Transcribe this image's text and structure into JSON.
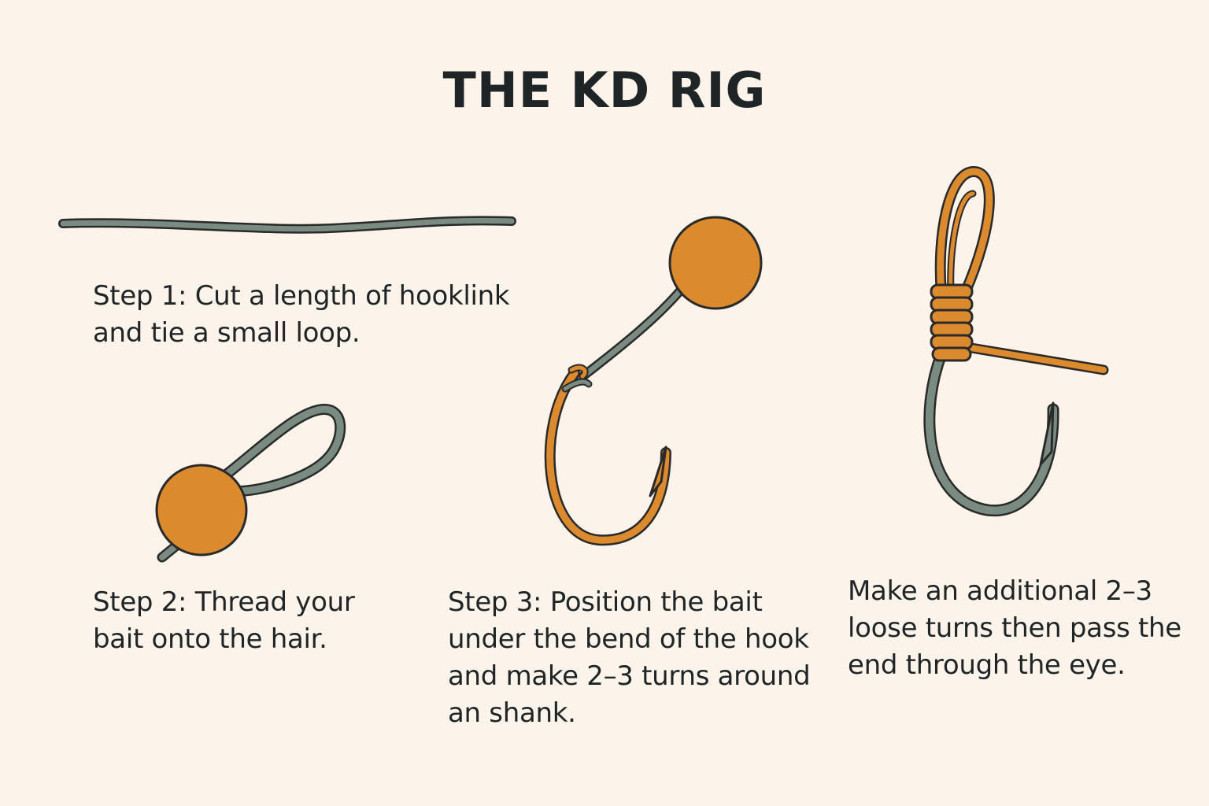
{
  "title": "THE KD RIG",
  "colors": {
    "background": "#fcf4eb",
    "hooklink": "#7a8c82",
    "bait_and_hook": "#dc8a2e",
    "outline": "#2a2a2a",
    "text": "#1f2426"
  },
  "steps": [
    {
      "caption": "Step 1: Cut a length of hooklink and tie a small loop.",
      "illustration": "hooklink-straight"
    },
    {
      "caption": "Step 2: Thread your bait onto the hair.",
      "illustration": "bait-on-hair-loop"
    },
    {
      "caption": "Step 3: Position the bait under the bend of the hook and make 2–3 turns around an shank.",
      "illustration": "bait-hook-turns"
    },
    {
      "caption": "Make an additional 2–3 loose turns then pass the end through the eye.",
      "illustration": "hook-with-knot-wraps"
    }
  ]
}
